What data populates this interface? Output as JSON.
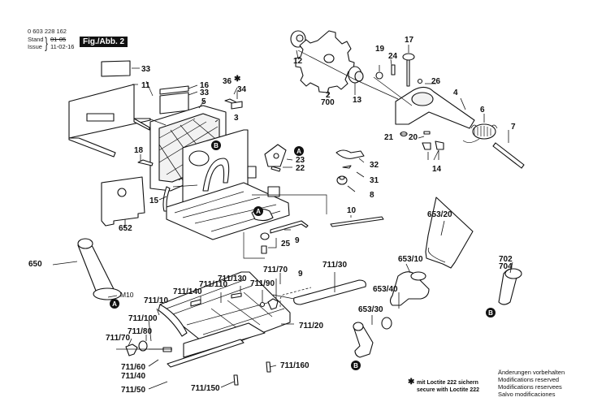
{
  "header": {
    "part_number": "0 603 228 162",
    "stand_label": "Stand",
    "issue_label": "Issue",
    "stand_value": "01-05",
    "issue_value": "11-02-16",
    "figure_label": "Fig./Abb. 2"
  },
  "footnote": {
    "star_icon": "asterisk-star",
    "line1": "mit Loctite 222 sichern",
    "line2": "secure with Loctite 222"
  },
  "modifications": [
    "Änderungen vorbehalten",
    "Modifications reserved",
    "Modifications reservees",
    "Salvo modificaciones"
  ],
  "markers": {
    "a": "A",
    "b": "B"
  },
  "part_labels": {
    "p33a": "33",
    "p11": "11",
    "p16": "16",
    "p33b": "33",
    "p5": "5",
    "p36": "36",
    "p36star": "✱",
    "p34": "34",
    "p3": "3",
    "p18": "18",
    "p23": "23",
    "p22": "22",
    "p15": "15",
    "p652": "652",
    "p25": "25",
    "p9a": "9",
    "p12": "12",
    "p2": "2",
    "p700": "700",
    "p13": "13",
    "p19": "19",
    "p24": "24",
    "p17": "17",
    "p26": "26",
    "p4": "4",
    "p6": "6",
    "p7": "7",
    "p21": "21",
    "p20": "20",
    "p14": "14",
    "p32": "32",
    "p31": "31",
    "p8": "8",
    "p10": "10",
    "p650": "650",
    "pm10": "M10",
    "p711_130": "711/130",
    "p711_70a": "711/70",
    "p711_140": "711/140",
    "p711_110": "711/110",
    "p711_90": "711/90",
    "p9b": "9",
    "p711_30": "711/30",
    "p711_10": "711/10",
    "p711_100": "711/100",
    "p711_80": "711/80",
    "p711_70b": "711/70",
    "p711_20": "711/20",
    "p711_60": "711/60",
    "p711_40": "711/40",
    "p711_160": "711/160",
    "p711_50": "711/50",
    "p711_150": "711/150",
    "p653_20": "653/20",
    "p653_10": "653/10",
    "p653_40": "653/40",
    "p653_30": "653/30",
    "p702": "702",
    "p704": "704"
  }
}
